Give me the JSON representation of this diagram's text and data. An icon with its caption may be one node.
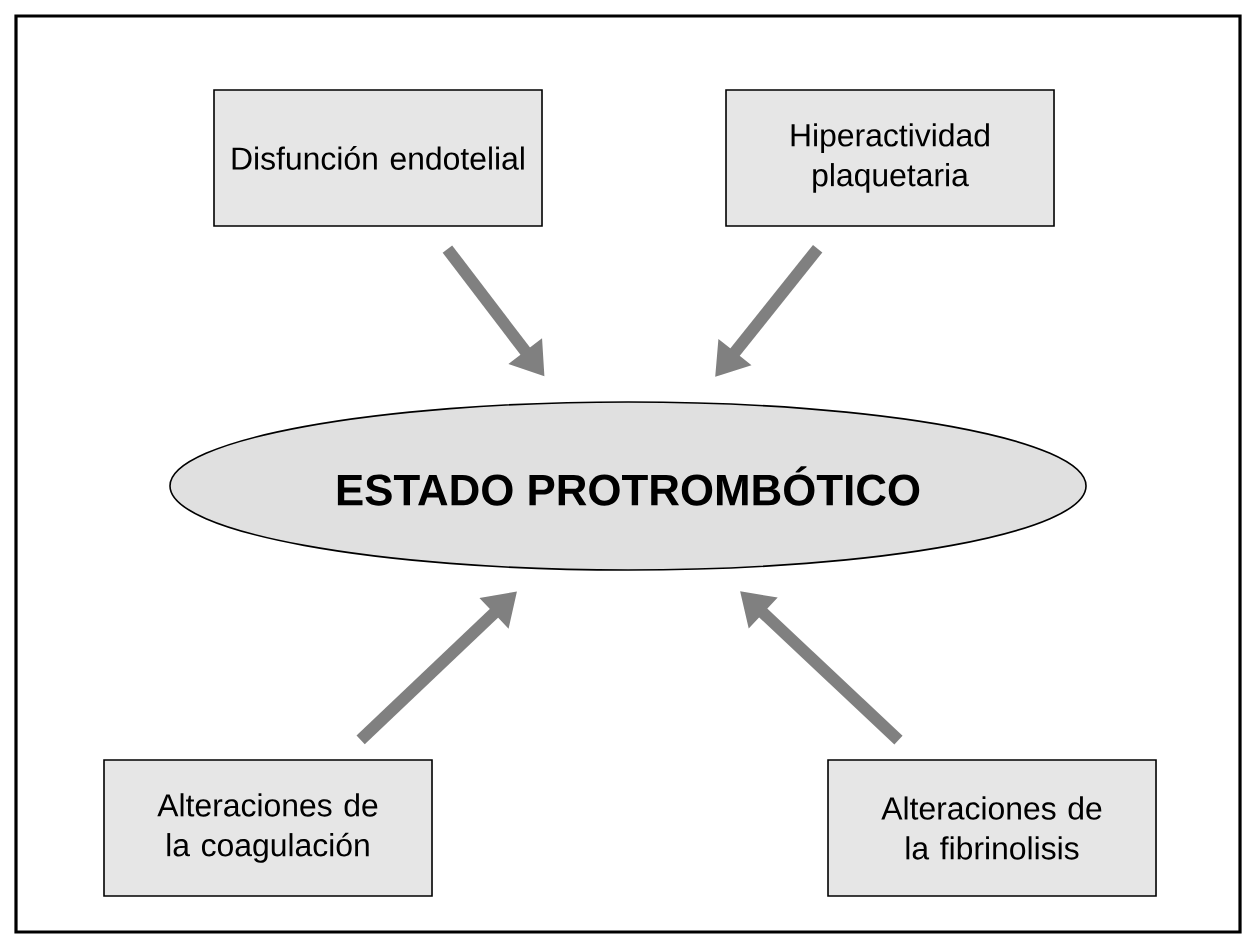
{
  "diagram": {
    "nodes": [
      {
        "text": [
          "Disfunción endotelial"
        ]
      },
      {
        "text": [
          "Hiperactividad plaquetaria"
        ]
      },
      {
        "text": [
          "ESTADO PROTROMBÓTICO"
        ]
      },
      {
        "text": [
          "Alteraciones de la coagulación"
        ]
      },
      {
        "text": [
          "Alteraciones de la fibrinolisis"
        ]
      }
    ],
    "edges": [
      {
        "from": 0,
        "to": 2,
        "arrow": "to"
      },
      {
        "from": 1,
        "to": 2,
        "arrow": "to"
      },
      {
        "from": 3,
        "to": 2,
        "arrow": "to"
      },
      {
        "from": 4,
        "to": 2,
        "arrow": "to"
      }
    ]
  }
}
